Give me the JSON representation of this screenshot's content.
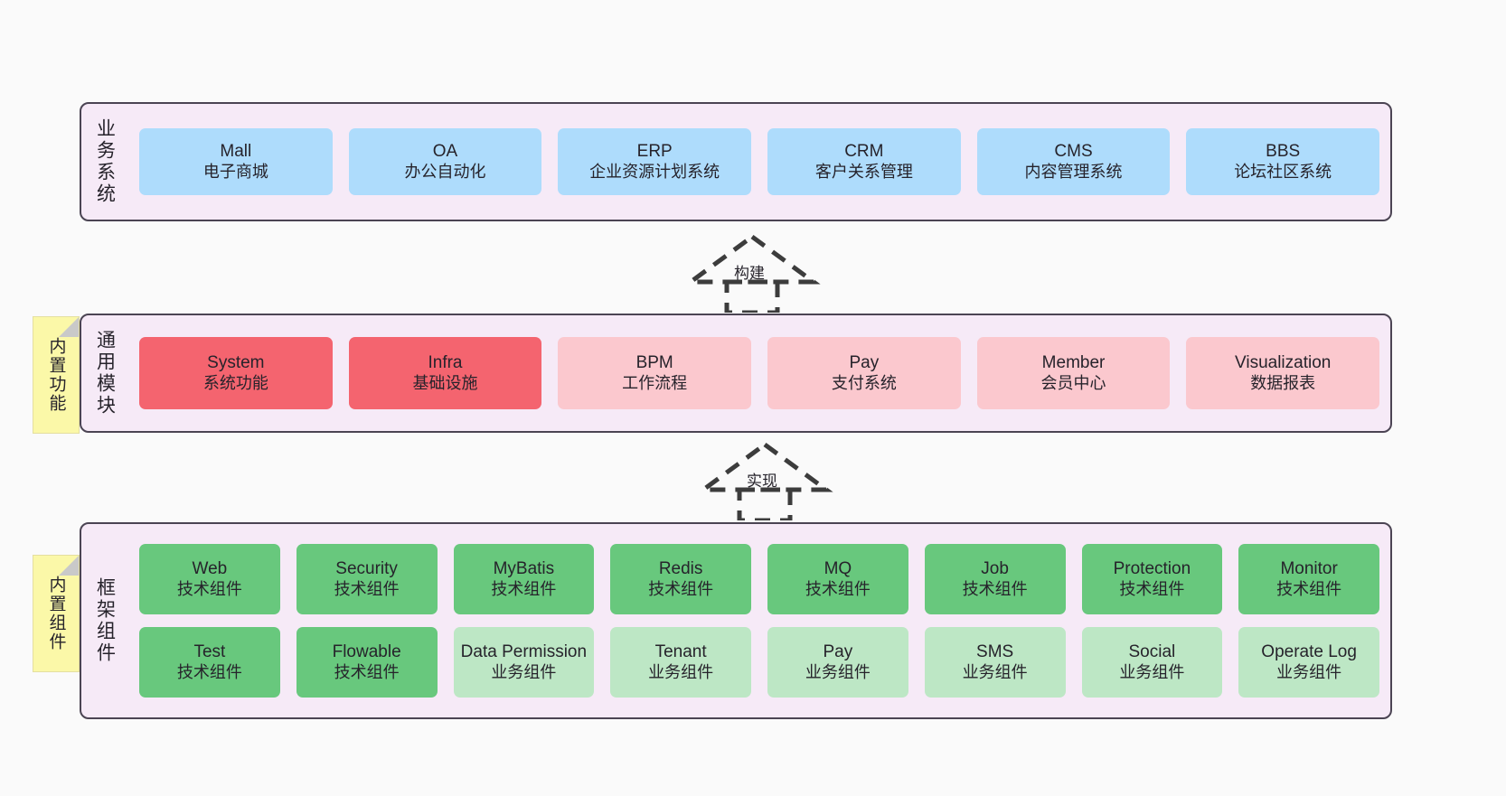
{
  "layers": [
    {
      "id": "business",
      "title": "业务系统",
      "rows": [
        [
          {
            "name": "Mall",
            "desc": "电子商城",
            "color": "#aedcfc"
          },
          {
            "name": "OA",
            "desc": "办公自动化",
            "color": "#aedcfc"
          },
          {
            "name": "ERP",
            "desc": "企业资源计划系统",
            "color": "#aedcfc"
          },
          {
            "name": "CRM",
            "desc": "客户关系管理",
            "color": "#aedcfc"
          },
          {
            "name": "CMS",
            "desc": "内容管理系统",
            "color": "#aedcfc"
          },
          {
            "name": "BBS",
            "desc": "论坛社区系统",
            "color": "#aedcfc"
          }
        ]
      ]
    },
    {
      "id": "common",
      "title": "通用模块",
      "note": "内置功能",
      "rows": [
        [
          {
            "name": "System",
            "desc": "系统功能",
            "color": "#f4646f"
          },
          {
            "name": "Infra",
            "desc": "基础设施",
            "color": "#f4646f"
          },
          {
            "name": "BPM",
            "desc": "工作流程",
            "color": "#fbc8ce"
          },
          {
            "name": "Pay",
            "desc": "支付系统",
            "color": "#fbc8ce"
          },
          {
            "name": "Member",
            "desc": "会员中心",
            "color": "#fbc8ce"
          },
          {
            "name": "Visualization",
            "desc": "数据报表",
            "color": "#fbc8ce"
          }
        ]
      ]
    },
    {
      "id": "framework",
      "title": "框架组件",
      "note": "内置组件",
      "rows": [
        [
          {
            "name": "Web",
            "desc": "技术组件",
            "color": "#68c87d"
          },
          {
            "name": "Security",
            "desc": "技术组件",
            "color": "#68c87d"
          },
          {
            "name": "MyBatis",
            "desc": "技术组件",
            "color": "#68c87d"
          },
          {
            "name": "Redis",
            "desc": "技术组件",
            "color": "#68c87d"
          },
          {
            "name": "MQ",
            "desc": "技术组件",
            "color": "#68c87d"
          },
          {
            "name": "Job",
            "desc": "技术组件",
            "color": "#68c87d"
          },
          {
            "name": "Protection",
            "desc": "技术组件",
            "color": "#68c87d"
          },
          {
            "name": "Monitor",
            "desc": "技术组件",
            "color": "#68c87d"
          }
        ],
        [
          {
            "name": "Test",
            "desc": "技术组件",
            "color": "#68c87d"
          },
          {
            "name": "Flowable",
            "desc": "技术组件",
            "color": "#68c87d"
          },
          {
            "name": "Data Permission",
            "desc": "业务组件",
            "color": "#bde7c5"
          },
          {
            "name": "Tenant",
            "desc": "业务组件",
            "color": "#bde7c5"
          },
          {
            "name": "Pay",
            "desc": "业务组件",
            "color": "#bde7c5"
          },
          {
            "name": "SMS",
            "desc": "业务组件",
            "color": "#bde7c5"
          },
          {
            "name": "Social",
            "desc": "业务组件",
            "color": "#bde7c5"
          },
          {
            "name": "Operate Log",
            "desc": "业务组件",
            "color": "#bde7c5"
          }
        ]
      ]
    }
  ],
  "arrows": [
    {
      "id": "build",
      "label": "构建"
    },
    {
      "id": "impl",
      "label": "实现"
    }
  ],
  "colors": {
    "canvas": "#fafafa",
    "band_fill": "#f6eaf7",
    "band_border": "#4b4453",
    "note_fill": "#fbf8a8",
    "blue": "#aedcfc",
    "red": "#f4646f",
    "pink": "#fbc8ce",
    "green": "#68c87d",
    "green_light": "#bde7c5",
    "text": "#26232b"
  }
}
